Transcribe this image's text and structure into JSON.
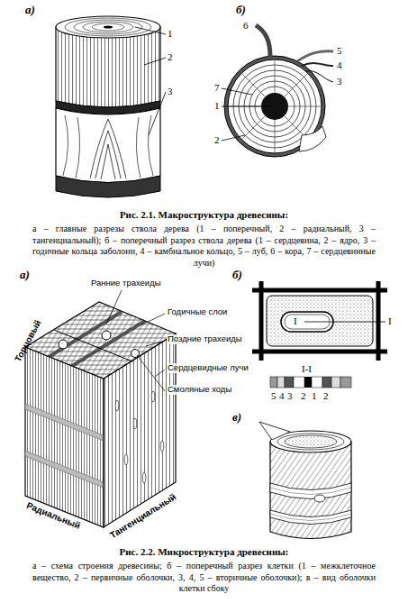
{
  "diagram": {
    "labels": [
      "а)",
      "1",
      "2",
      "3",
      "б)",
      "6",
      "5",
      "4",
      "3",
      "7",
      "1",
      "2",
      "Рис. 2.1. Макроструктура древесины:",
      "а – главные разрезы ствола дерева (1 – поперечный, 2 – радиальный, 3 – тангенциальный); б – поперечный разрез ствола дерева (1 – сердцевина, 2 – ядро, 3 – годичные кольца заболони, 4 – камбиальное кольцо, 5 – луб, 6 – кора, 7 – сердцевинные лучи)",
      "а)",
      "Торцовый",
      "Ранние трахеиды",
      "Годичные слои",
      "Поздние трахеиды",
      "Сердцевидные лучи",
      "Смоляные ходы",
      "Радиальный",
      "Тангенциальный",
      "б)",
      "I",
      "I",
      "I-I",
      "5",
      "4",
      "3",
      "2",
      "1",
      "2",
      "в)",
      "Рис. 2.2. Микроструктура древесины:",
      "а – схема строения древесины; б – поперечный разрез клетки (1 – межклеточное вещество, 2 – первичные оболочки, 3, 4, 5 – вторичные оболочки); в – вид оболочки клетки сбоку"
    ]
  }
}
